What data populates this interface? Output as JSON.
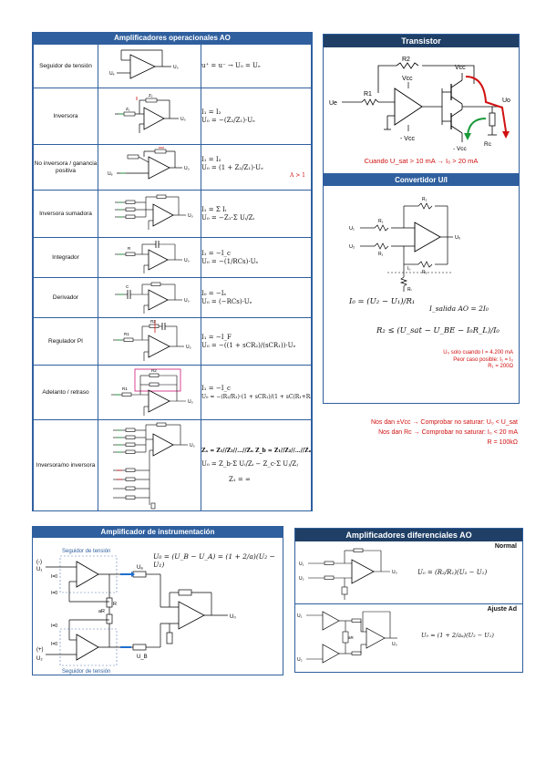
{
  "ao_table": {
    "title": "Amplificadores operacionales AO",
    "rows": [
      {
        "name": "Seguidor de tensión",
        "eq1": "u⁺ = u⁻ → U₀ = Uₑ",
        "eq2": ""
      },
      {
        "name": "Inversora",
        "eq1": "I₁ = I₂",
        "eq2": "U₀ = −(Z₂/Z₁)·Uₑ"
      },
      {
        "name": "No inversora / ganancia positiva",
        "eq1": "I₁ = I₂",
        "eq2": "U₀ = (1 + Z₂/Z₁)·Uₑ"
      },
      {
        "name": "Inversora sumadora",
        "eq1": "I₁ = Σ Iᵢ",
        "eq2": "U₀ = −Z₁·Σ Uᵢ/Zᵢ"
      },
      {
        "name": "Integrador",
        "eq1": "I₁ = −I_c",
        "eq2": "U₀ = −(1/RCs)·Uₑ"
      },
      {
        "name": "Derivador",
        "eq1": "I₀ = −Iₑ",
        "eq2": "U₀ = (−RCs)·Uₑ"
      },
      {
        "name": "Regulador PI",
        "eq1": "I₁ = −I_F",
        "eq2": "U₀ = −((1 + sCR₂)/(sCR₁))·Uₑ"
      },
      {
        "name": "Adelanto / retraso",
        "eq1": "I₁ = −I_c",
        "eq2": "U₀ = −(R₂/R₁)·(1 + sCR₁)/(1 + sC(R₁+R₂))·Uₑ"
      },
      {
        "name": "Inversora/no inversora",
        "eq1": "Zₐ = Z₁//Z₂//…//Zₙ   Z_b = Z₁//Z₂//…//Zₙ",
        "eq2": "U₀ = Z_b·Σ Uᵢ/Zᵢ − Z_c·Σ Uⱼ/Zⱼ"
      }
    ],
    "noninv_extra": "A > 1",
    "ratio_note": "Z₁ = ∞"
  },
  "transistor": {
    "title": "Transistor",
    "labels": {
      "r1": "R1",
      "r2": "R2",
      "vcc_top": "Vcc",
      "vcc_left": "Vcc",
      "vcc_neg": "- Vcc",
      "vcc_neg2": "- Vcc",
      "ue": "Ue",
      "uo": "Uo",
      "rc": "Rc"
    },
    "condition": "Cuando U_sat > 10 mA → I₀ > 20 mA"
  },
  "converter": {
    "title": "Convertidor U/I",
    "eq_main": "I₀ = (U₂ − U₁)/R₁",
    "eq_out": "I_salida AO = 2I₀",
    "eq_r2": "R₂ ≤ (U_sat − U_BE − I₀R_L)/I₀",
    "notes": [
      "U₀ solo cuando I = 4.200 mA",
      "Peor caso posible: I₁ = I₀",
      "R₁ = 200Ω"
    ],
    "red_notes": [
      "Nos dan ±Vcc → Comprobar no saturar: U₀ < U_sat",
      "Nos dan Rc → Comprobar no saturar: I₀ < 20 mA",
      "R = 100kΩ"
    ]
  },
  "instrumentation": {
    "title": "Amplificador de instrumentación",
    "equation": "U₀ = (U_B − U_A) = (1 + 2/a)(U₂ − U₁)",
    "labels": {
      "follower1": "Seguidor de tensión",
      "follower2": "Seguidor de tensión",
      "u1": "U₁",
      "u2": "U₂",
      "minus": "(-)",
      "plus": "(+)",
      "i0a": "I=0",
      "i0b": "I=0",
      "i0c": "I=0",
      "i0d": "I=0",
      "r": "R",
      "ar": "aR",
      "ua": "Uₐ",
      "ub": "U_B",
      "u0": "U₀"
    }
  },
  "differential": {
    "title": "Amplificadores diferenciales AO",
    "normal_label": "Normal",
    "normal_eq": "U₀ = (R₂/R₁)(U₂ − U₁)",
    "adjust_label": "Ajuste Ad",
    "adjust_eq": "U₀ = (1 + 2/aₐ)(U₂ − U₁)"
  },
  "colors": {
    "header": "#2f5f9e",
    "header_dark": "#1f3f66",
    "accent_red": "#d01010",
    "accent_green": "#1a9a3a"
  }
}
